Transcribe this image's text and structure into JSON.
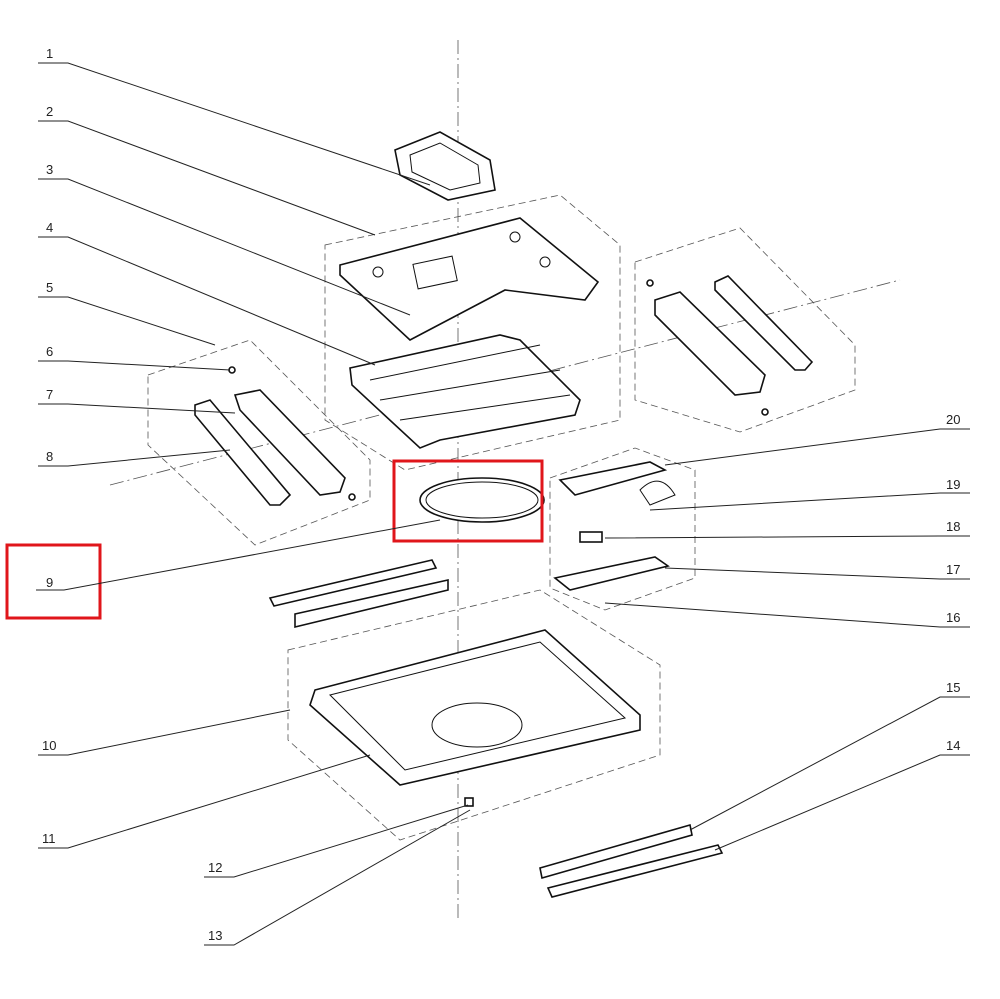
{
  "diagram": {
    "title": "Exploded parts view",
    "highlight_color": "#e0161b",
    "highlighted_part": "9",
    "labels": [
      "1",
      "2",
      "3",
      "4",
      "5",
      "6",
      "7",
      "8",
      "9",
      "10",
      "11",
      "12",
      "13",
      "14",
      "15",
      "16",
      "17",
      "18",
      "19",
      "20"
    ]
  }
}
